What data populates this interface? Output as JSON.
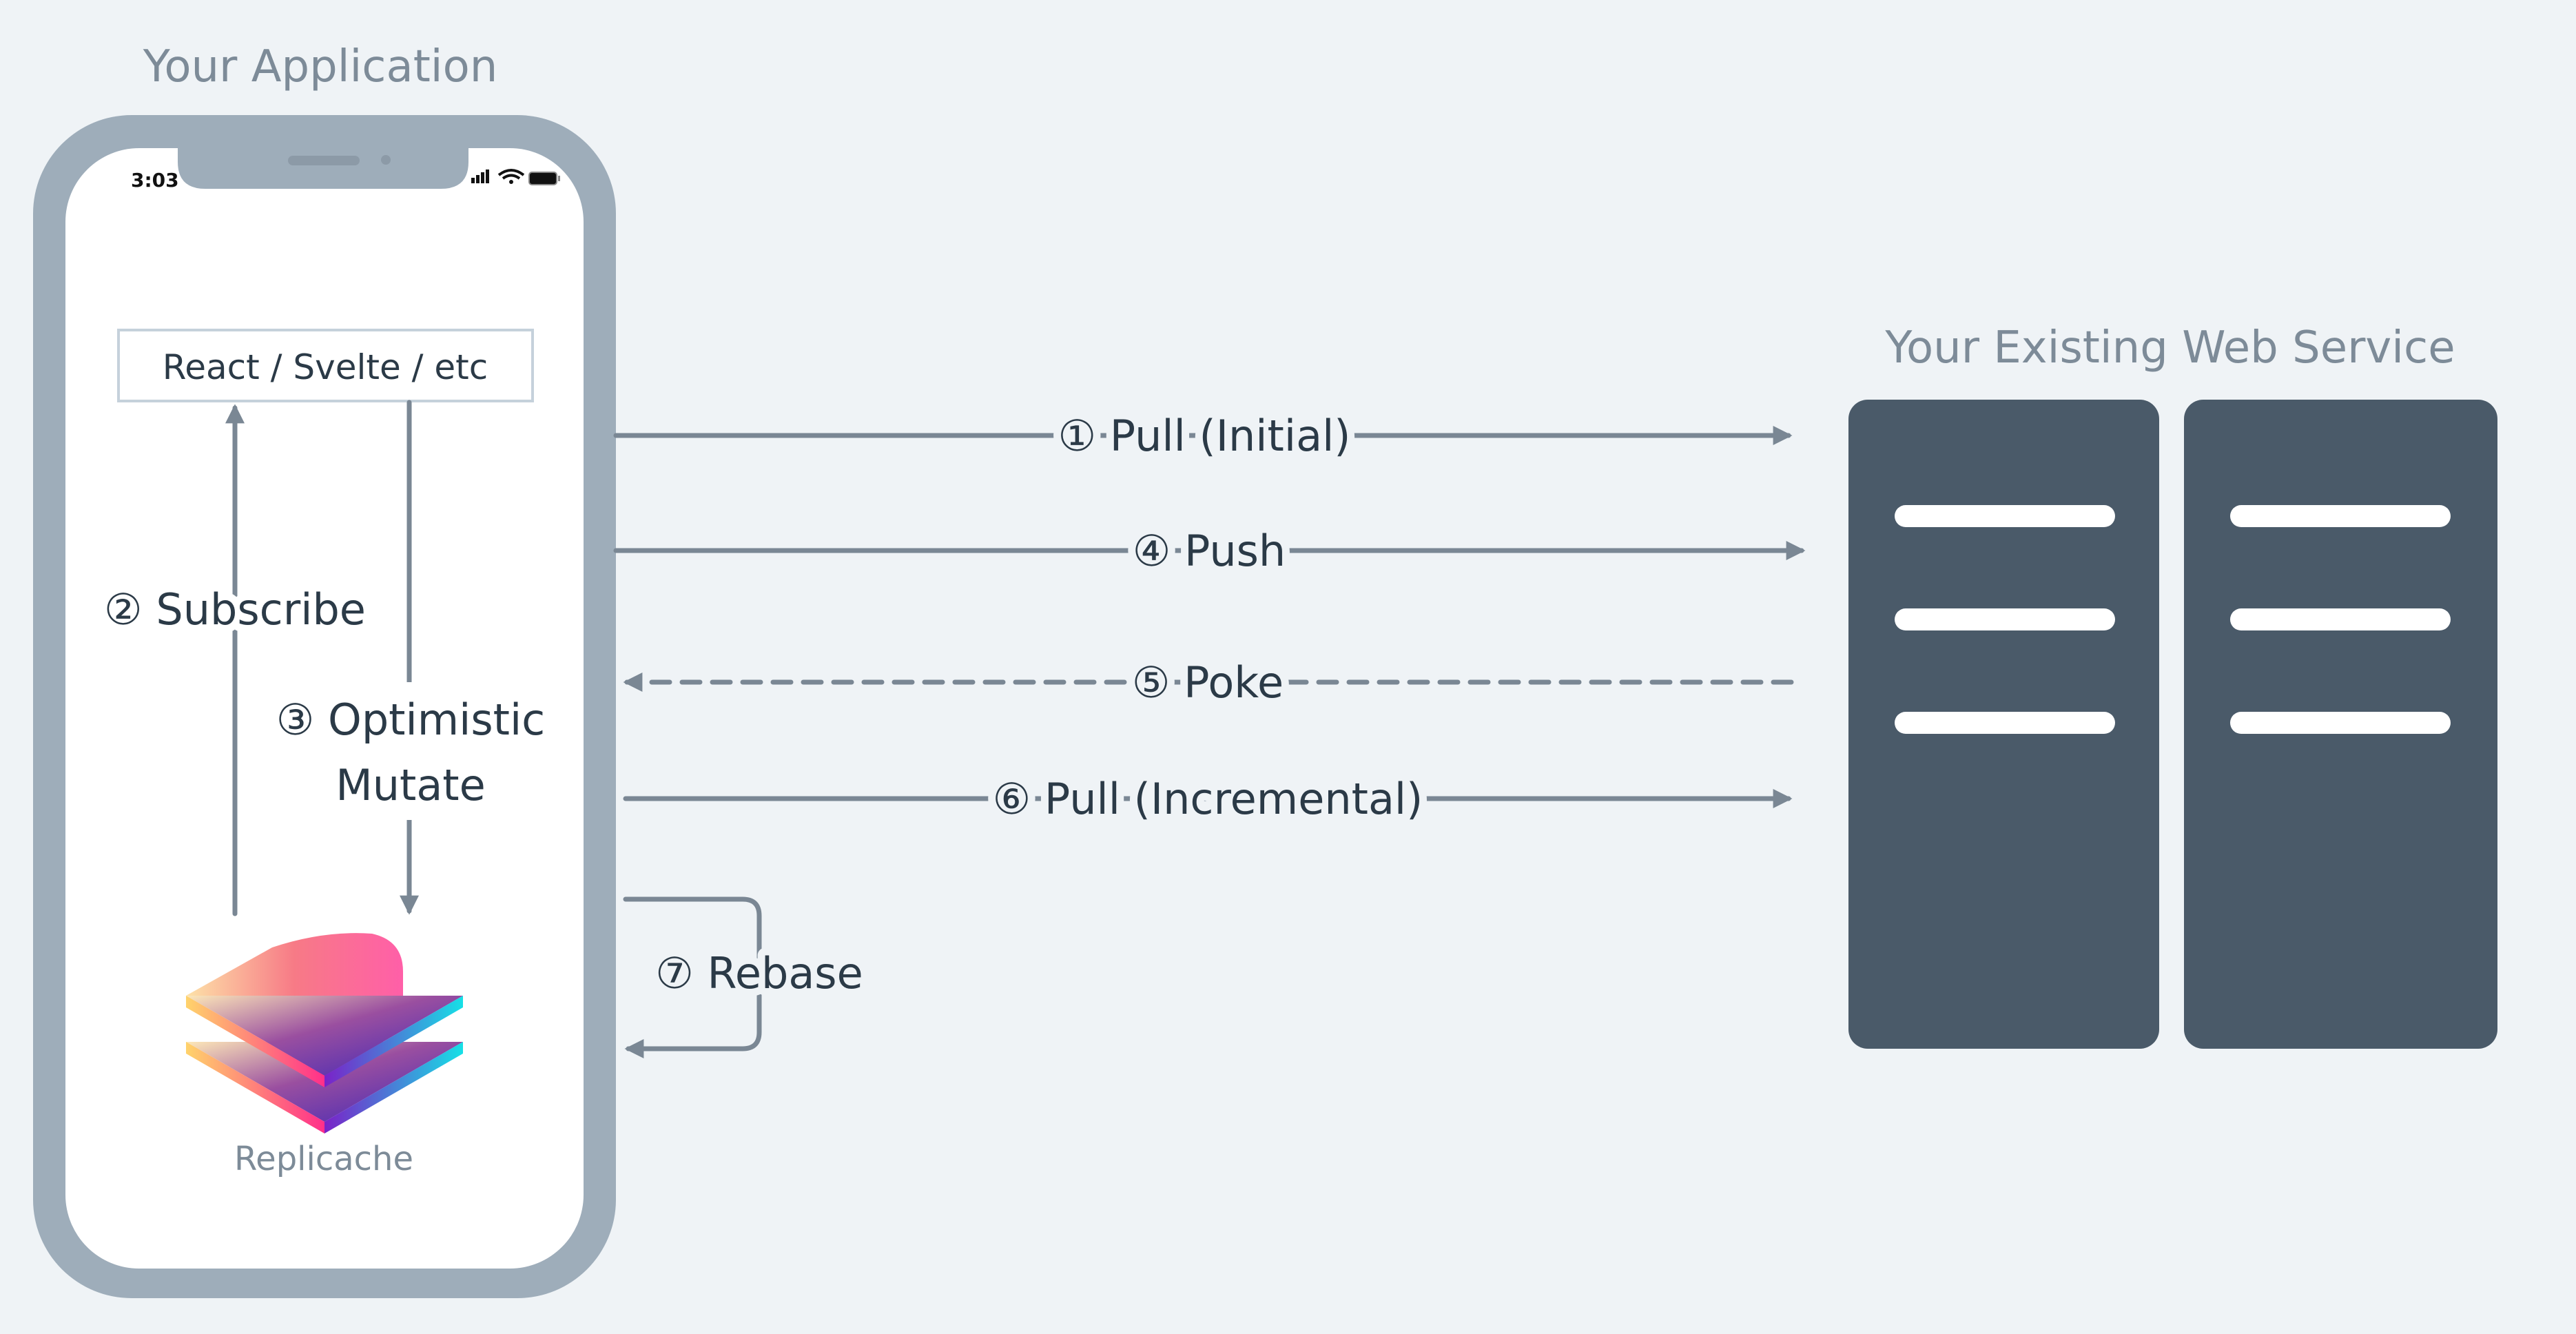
{
  "titles": {
    "app": "Your Application",
    "service": "Your Existing Web Service"
  },
  "phone": {
    "time": "3:03",
    "framework_box": "React / Svelte / etc",
    "logo_label": "Replicache",
    "subscribe": "② Subscribe",
    "mutate_line1": "③ Optimistic",
    "mutate_line2": "Mutate"
  },
  "arrows": {
    "pull_initial": "① Pull (Initial)",
    "push": "④ Push",
    "poke": "⑤ Poke",
    "pull_incremental": "⑥ Pull (Incremental)",
    "rebase": "⑦ Rebase"
  },
  "colors": {
    "background": "#eff3f6",
    "phone_frame": "#9eadba",
    "server": "#4a5a69",
    "arrow": "#7a8794",
    "text": "#2b3a47",
    "muted_text": "#7d8b98"
  }
}
